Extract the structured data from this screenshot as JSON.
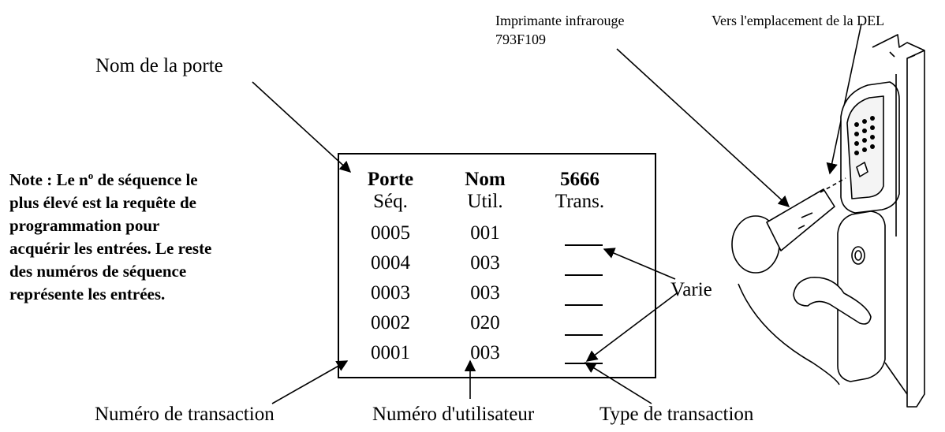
{
  "labels": {
    "printer_line1": "Imprimante infrarouge",
    "printer_line2": "793F109",
    "led_location": "Vers l'emplacement de la DEL",
    "door_name": "Nom de la porte",
    "varies": "Varie",
    "transaction_number": "Numéro de transaction",
    "user_number": "Numéro d'utilisateur",
    "transaction_type": "Type de transaction"
  },
  "note": {
    "line1_pre": "Note : Le n",
    "line1_sup": "o",
    "line1_post": " de séquence le",
    "line2": "plus élevé est la requête de",
    "line3": "programmation pour",
    "line4": "acquérir les entrées. Le reste",
    "line5": "des numéros de séquence",
    "line6": "représente les entrées."
  },
  "printout": {
    "headers": [
      "Porte",
      "Nom",
      "5666"
    ],
    "subheaders": [
      "Séq.",
      "Util.",
      "Trans."
    ],
    "rows": [
      {
        "seq": "0005",
        "user": "001",
        "trans": "___"
      },
      {
        "seq": "0004",
        "user": "003",
        "trans": "___"
      },
      {
        "seq": "0003",
        "user": "003",
        "trans": "___"
      },
      {
        "seq": "0002",
        "user": "020",
        "trans": "___"
      },
      {
        "seq": "0001",
        "user": "003",
        "trans": "___"
      }
    ]
  },
  "icons": {
    "lock": "lock-hardware-icon"
  }
}
